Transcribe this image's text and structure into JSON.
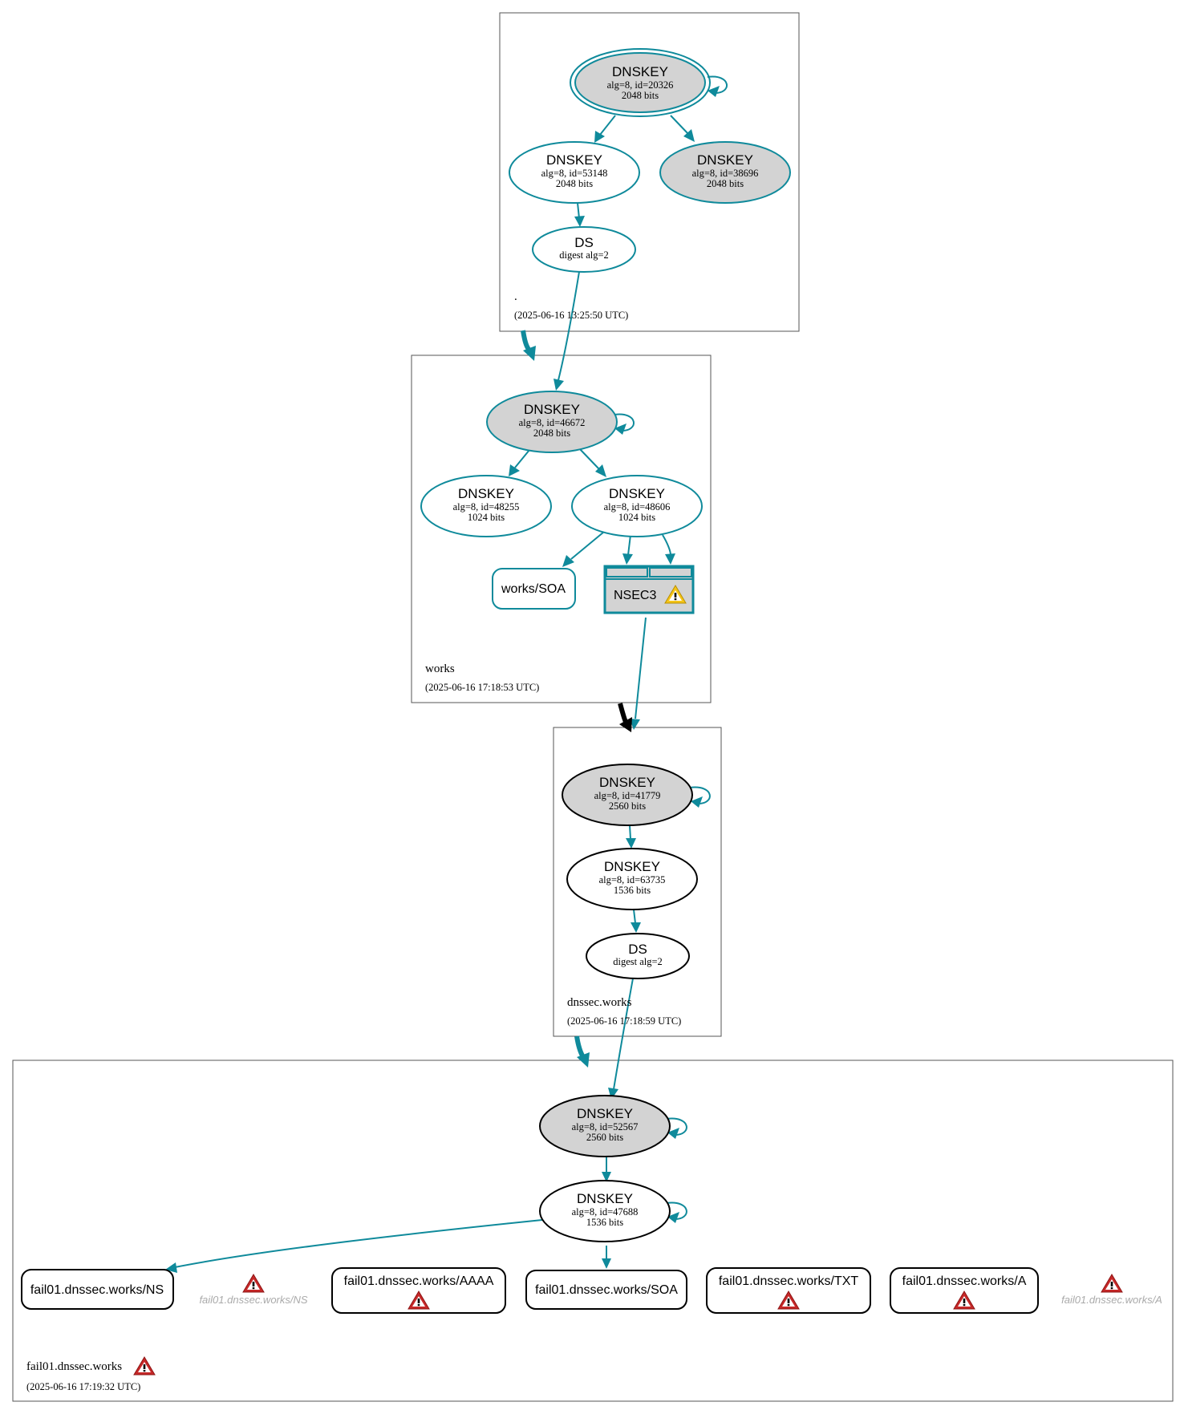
{
  "zones": [
    {
      "name": ".",
      "time": "(2025-06-16 13:25:50 UTC)",
      "keys": [
        {
          "title": "DNSKEY",
          "line1": "alg=8, id=20326",
          "line2": "2048 bits"
        },
        {
          "title": "DNSKEY",
          "line1": "alg=8, id=53148",
          "line2": "2048 bits"
        },
        {
          "title": "DNSKEY",
          "line1": "alg=8, id=38696",
          "line2": "2048 bits"
        }
      ],
      "ds": {
        "title": "DS",
        "line1": "digest alg=2"
      }
    },
    {
      "name": "works",
      "time": "(2025-06-16 17:18:53 UTC)",
      "keys": [
        {
          "title": "DNSKEY",
          "line1": "alg=8, id=46672",
          "line2": "2048 bits"
        },
        {
          "title": "DNSKEY",
          "line1": "alg=8, id=48255",
          "line2": "1024 bits"
        },
        {
          "title": "DNSKEY",
          "line1": "alg=8, id=48606",
          "line2": "1024 bits"
        }
      ],
      "soa": "works/SOA",
      "nsec3": "NSEC3"
    },
    {
      "name": "dnssec.works",
      "time": "(2025-06-16 17:18:59 UTC)",
      "keys": [
        {
          "title": "DNSKEY",
          "line1": "alg=8, id=41779",
          "line2": "2560 bits"
        },
        {
          "title": "DNSKEY",
          "line1": "alg=8, id=63735",
          "line2": "1536 bits"
        }
      ],
      "ds": {
        "title": "DS",
        "line1": "digest alg=2"
      }
    },
    {
      "name": "fail01.dnssec.works",
      "time": "(2025-06-16 17:19:32 UTC)",
      "keys": [
        {
          "title": "DNSKEY",
          "line1": "alg=8, id=52567",
          "line2": "2560 bits"
        },
        {
          "title": "DNSKEY",
          "line1": "alg=8, id=47688",
          "line2": "1536 bits"
        }
      ],
      "rrsets": {
        "ns": "fail01.dnssec.works/NS",
        "ns_ghost": "fail01.dnssec.works/NS",
        "aaaa": "fail01.dnssec.works/AAAA",
        "soa": "fail01.dnssec.works/SOA",
        "txt": "fail01.dnssec.works/TXT",
        "a": "fail01.dnssec.works/A",
        "a_ghost": "fail01.dnssec.works/A"
      }
    }
  ],
  "colors": {
    "teal": "#0f8a9b",
    "key_fill_gray": "#d3d3d3",
    "warning_yellow": "#f5c518",
    "error_red": "#c62828",
    "ghost_gray": "#aaaaaa"
  },
  "icons": [
    "warning-icon",
    "error-icon"
  ]
}
